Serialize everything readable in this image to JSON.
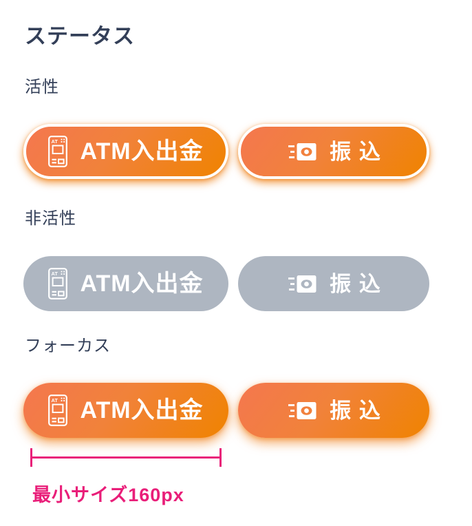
{
  "title": "ステータス",
  "sections": {
    "active": {
      "label": "活性",
      "buttons": {
        "atm": {
          "label": "ATM入出金"
        },
        "transfer": {
          "label": "振込"
        }
      }
    },
    "inactive": {
      "label": "非活性",
      "buttons": {
        "atm": {
          "label": "ATM入出金"
        },
        "transfer": {
          "label": "振込"
        }
      }
    },
    "focus": {
      "label": "フォーカス",
      "buttons": {
        "atm": {
          "label": "ATM入出金"
        },
        "transfer": {
          "label": "振込"
        }
      }
    }
  },
  "icons": {
    "atm_icon_name": "atm-machine-icon",
    "transfer_icon_name": "banknote-send-icon",
    "atm_badge_text": "AT"
  },
  "annotation": {
    "min_width_label": "最小サイズ160px"
  },
  "colors": {
    "heading_navy": "#333F58",
    "accent_gradient_start": "#F4774F",
    "accent_gradient_end": "#F08300",
    "disabled_gray": "#AEB6C1",
    "annotation_pink": "#E91E79",
    "button_text": "#FFFFFF"
  }
}
